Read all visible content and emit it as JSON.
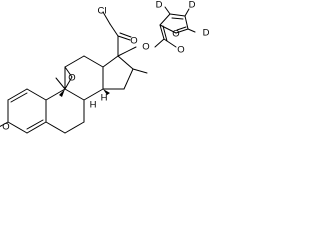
{
  "atom_labels": {
    "cl": "Cl",
    "ketone_o": "O",
    "ester_o": "O",
    "carbonyl_o": "O",
    "furan_o": "O",
    "d3": "D",
    "d4": "D",
    "d5": "D",
    "epoxide_o": "O",
    "ring_a_o": "O",
    "h_c8": "H",
    "h_c14": "H"
  },
  "colors": {
    "ink": "#000000",
    "background": "#ffffff"
  }
}
